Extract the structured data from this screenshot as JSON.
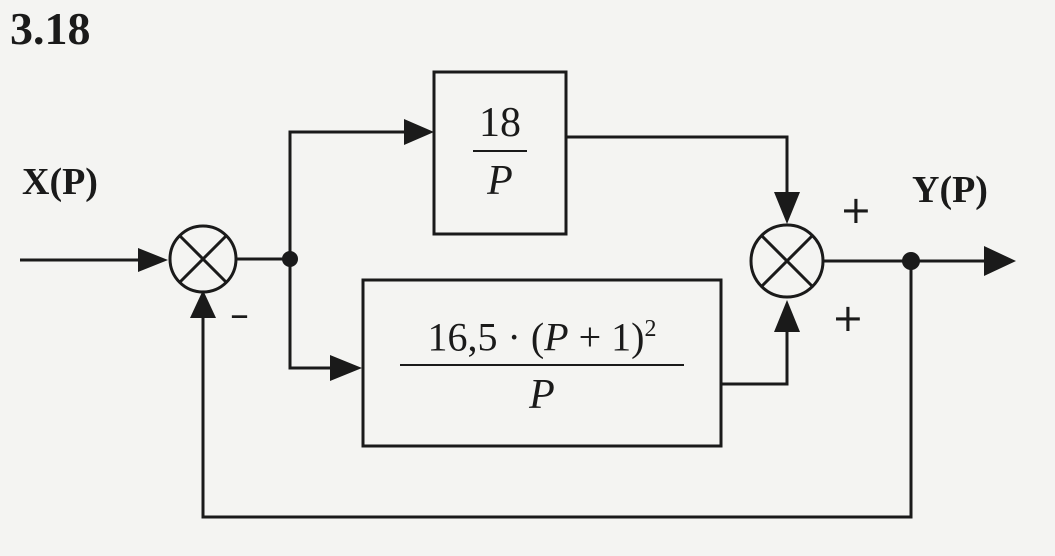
{
  "title": "3.18",
  "input_signal": "X(P)",
  "output_signal": "Y(P)",
  "feedback_sign": "–",
  "sum_signs": {
    "top": "+",
    "bottom": "+"
  },
  "block_integrator": {
    "numerator": "18",
    "denominator": "P"
  },
  "block_main": {
    "numerator_text": "16,5 · (",
    "numerator_var": "P",
    "numerator_tail": " + 1)",
    "exponent": "2",
    "denominator": "P"
  }
}
